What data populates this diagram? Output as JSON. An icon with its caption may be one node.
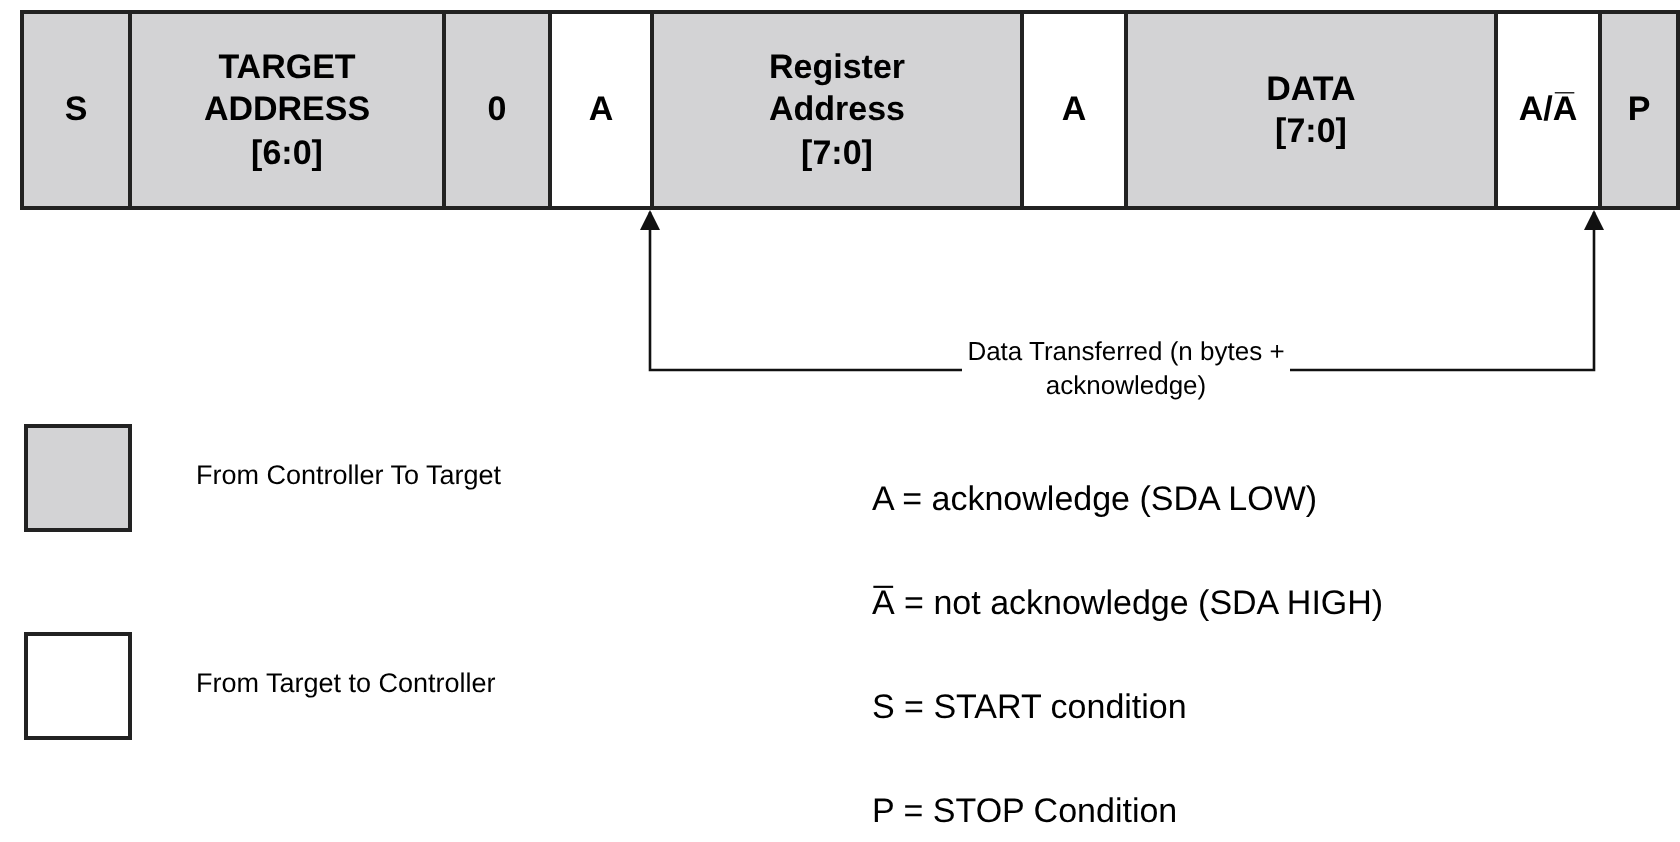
{
  "diagram": {
    "nodes": [
      {
        "text": [
          "S"
        ]
      },
      {
        "text": [
          "TARGET ADDRESS [6:0]"
        ]
      },
      {
        "text": [
          "0"
        ]
      },
      {
        "text": [
          "A"
        ]
      },
      {
        "text": [
          "Register Address [7:0]"
        ]
      },
      {
        "text": [
          "A"
        ]
      },
      {
        "text": [
          "DATA [7:0]"
        ]
      },
      {
        "text": [
          "A/A̅"
        ]
      },
      {
        "text": [
          "P"
        ]
      },
      {
        "text": [
          "Data Transferred (n bytes + acknowledge)"
        ]
      }
    ],
    "edges": [
      {
        "from": 9,
        "to": 4,
        "arrow": "to"
      },
      {
        "from": 9,
        "to": 7,
        "arrow": "to"
      }
    ],
    "labels": [
      "A = acknowledge (SDA LOW)",
      "A̅ = not acknowledge (SDA HIGH)",
      "S = START condition",
      "P = STOP Condition"
    ],
    "legend": [
      {
        "text": "From Controller To Target",
        "color": "#d3d3d5"
      },
      {
        "text": "From Target to Controller",
        "color": "#ffffff"
      }
    ]
  }
}
